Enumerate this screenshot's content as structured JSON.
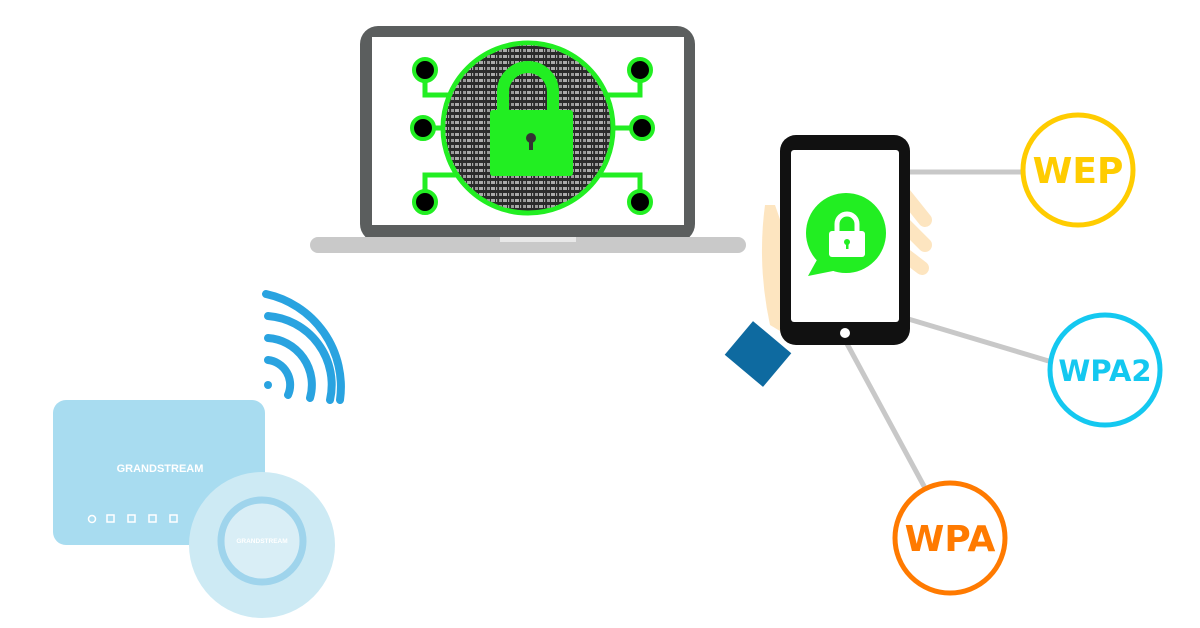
{
  "router": {
    "brand": "GRANDSTREAM"
  },
  "access_point": {
    "brand": "GRANDSTREAM"
  },
  "protocols": [
    {
      "label": "WEP",
      "color": "#ffcc00"
    },
    {
      "label": "WPA2",
      "color": "#14c8f0"
    },
    {
      "label": "WPA",
      "color": "#ff7a00"
    }
  ],
  "colors": {
    "lock_green": "#22ee22",
    "wifi_blue": "#29a3e0",
    "laptop_gray": "#5b5e5e",
    "cuff_blue": "#0e6aa0"
  }
}
